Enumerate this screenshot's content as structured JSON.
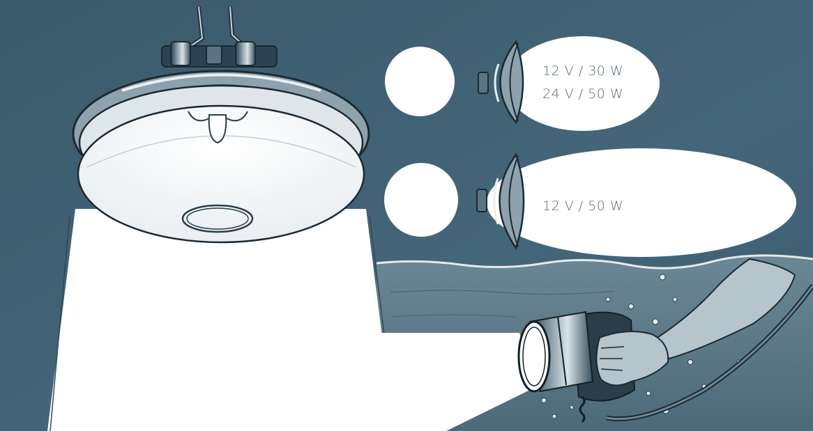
{
  "labels": {
    "lamp_small_line1": "12 V / 30 W",
    "lamp_small_line2": "24 V / 50 W",
    "lamp_large": "12 V / 50 W"
  },
  "colors": {
    "background": "#3f5f70",
    "background_dark": "#2f4b5b",
    "water": "#5a7686",
    "light": "#ffffff",
    "ink": "#1f3340",
    "text": "#5a6b77"
  },
  "icons": [
    "ceiling-lamp",
    "spot-lamp-small",
    "spot-lamp-large",
    "underwater-hand-lamp"
  ]
}
